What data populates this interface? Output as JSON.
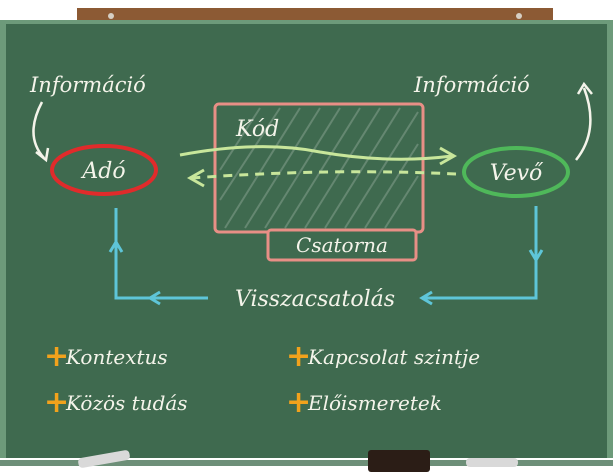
{
  "diagram": {
    "sender": "Adó",
    "receiver": "Vevő",
    "info_left": "Információ",
    "info_right": "Információ",
    "code": "Kód",
    "channel": "Csatorna",
    "feedback": "Visszacsatolás"
  },
  "factors": [
    {
      "label": "Kontextus"
    },
    {
      "label": "Kapcsolat szintje"
    },
    {
      "label": "Közös tudás"
    },
    {
      "label": "Előismeretek"
    }
  ],
  "colors": {
    "board": "#3f6a4f",
    "board_frame": "#8c5a34",
    "chalk_white": "#f4f4ea",
    "chalk_red": "#e02b2b",
    "chalk_green": "#4fb85a",
    "chalk_pink": "#e88f86",
    "chalk_lime": "#c8e69b",
    "chalk_cyan": "#5ec5d8",
    "plus_orange": "#f2a21c"
  }
}
